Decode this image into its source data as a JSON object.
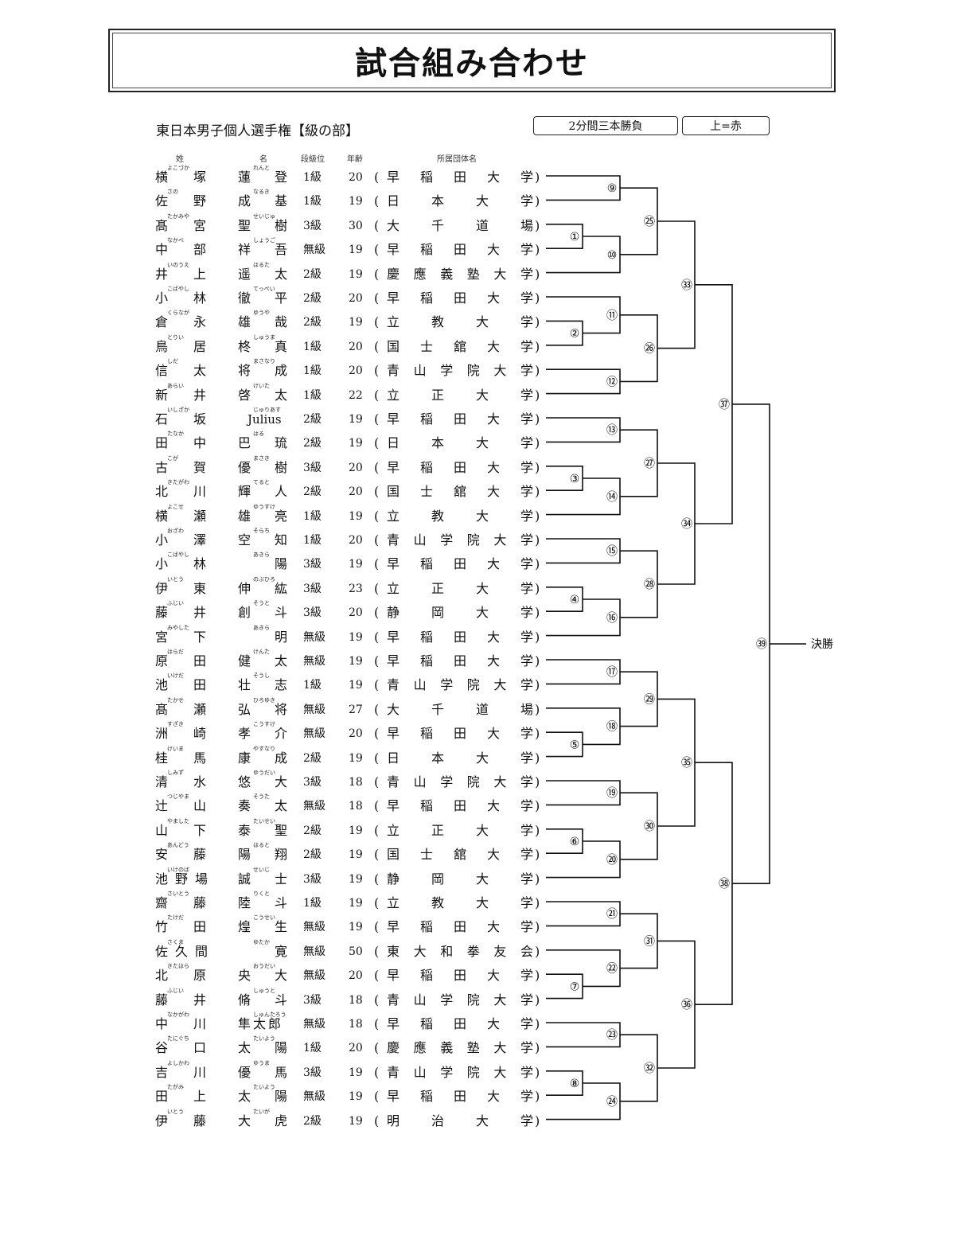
{
  "title": "試合組み合わせ",
  "event": "東日本男子個人選手権【級の部】",
  "rule": "2分間三本勝負",
  "color_note": "上=赤",
  "headers": {
    "surname": "姓",
    "given": "名",
    "rank": "段級位",
    "age": "年齢",
    "org": "所属団体名"
  },
  "players": [
    {
      "sur": "横塚",
      "sur_furi": "よこづか",
      "given": "蓮登",
      "given_furi": "れんと",
      "rank": "1級",
      "age": "20",
      "org": "早稲田大学"
    },
    {
      "sur": "佐野",
      "sur_furi": "さの",
      "given": "成基",
      "given_furi": "なるき",
      "rank": "1級",
      "age": "19",
      "org": "日本大学"
    },
    {
      "sur": "髙宮",
      "sur_furi": "たかみや",
      "given": "聖樹",
      "given_furi": "せいじゅ",
      "rank": "3級",
      "age": "30",
      "org": "大千道場"
    },
    {
      "sur": "中部",
      "sur_furi": "なかべ",
      "given": "祥吾",
      "given_furi": "しょうご",
      "rank": "無級",
      "age": "19",
      "org": "早稲田大学"
    },
    {
      "sur": "井上",
      "sur_furi": "いのうえ",
      "given": "遥太",
      "given_furi": "はるた",
      "rank": "2級",
      "age": "19",
      "org": "慶應義塾大学"
    },
    {
      "sur": "小林",
      "sur_furi": "こばやし",
      "given": "徹平",
      "given_furi": "てっぺい",
      "rank": "2級",
      "age": "20",
      "org": "早稲田大学"
    },
    {
      "sur": "倉永",
      "sur_furi": "くらなが",
      "given": "雄哉",
      "given_furi": "ゆうや",
      "rank": "2級",
      "age": "19",
      "org": "立教大学"
    },
    {
      "sur": "鳥居",
      "sur_furi": "とりい",
      "given": "柊真",
      "given_furi": "しゅうま",
      "rank": "1級",
      "age": "20",
      "org": "国士舘大学"
    },
    {
      "sur": "信太",
      "sur_furi": "しだ",
      "given": "将成",
      "given_furi": "まさなり",
      "rank": "1級",
      "age": "20",
      "org": "青山学院大学"
    },
    {
      "sur": "新井",
      "sur_furi": "あらい",
      "given": "啓太",
      "given_furi": "けいた",
      "rank": "1級",
      "age": "22",
      "org": "立正大学"
    },
    {
      "sur": "石坂",
      "sur_furi": "いしざか",
      "given": "Julius",
      "given_furi": "じゅりあす",
      "rank": "2級",
      "age": "19",
      "org": "早稲田大学"
    },
    {
      "sur": "田中",
      "sur_furi": "たなか",
      "given": "巴琉",
      "given_furi": "はる",
      "rank": "2級",
      "age": "19",
      "org": "日本大学"
    },
    {
      "sur": "古賀",
      "sur_furi": "こが",
      "given": "優樹",
      "given_furi": "まさき",
      "rank": "3級",
      "age": "20",
      "org": "早稲田大学"
    },
    {
      "sur": "北川",
      "sur_furi": "きたがわ",
      "given": "輝人",
      "given_furi": "てると",
      "rank": "2級",
      "age": "20",
      "org": "国士舘大学"
    },
    {
      "sur": "横瀬",
      "sur_furi": "よこせ",
      "given": "雄亮",
      "given_furi": "ゆうすけ",
      "rank": "1級",
      "age": "19",
      "org": "立教大学"
    },
    {
      "sur": "小澤",
      "sur_furi": "おざわ",
      "given": "空知",
      "given_furi": "そらち",
      "rank": "1級",
      "age": "20",
      "org": "青山学院大学"
    },
    {
      "sur": "小林",
      "sur_furi": "こばやし",
      "given": "陽",
      "given_furi": "あきら",
      "rank": "3級",
      "age": "19",
      "org": "早稲田大学"
    },
    {
      "sur": "伊東",
      "sur_furi": "いとう",
      "given": "伸紘",
      "given_furi": "のぶひろ",
      "rank": "3級",
      "age": "23",
      "org": "立正大学"
    },
    {
      "sur": "藤井",
      "sur_furi": "ふじい",
      "given": "創斗",
      "given_furi": "そうと",
      "rank": "3級",
      "age": "20",
      "org": "静岡大学"
    },
    {
      "sur": "宮下",
      "sur_furi": "みやした",
      "given": "明",
      "given_furi": "あきら",
      "rank": "無級",
      "age": "19",
      "org": "早稲田大学"
    },
    {
      "sur": "原田",
      "sur_furi": "はらだ",
      "given": "健太",
      "given_furi": "けんた",
      "rank": "無級",
      "age": "19",
      "org": "早稲田大学"
    },
    {
      "sur": "池田",
      "sur_furi": "いけだ",
      "given": "壮志",
      "given_furi": "そうし",
      "rank": "1級",
      "age": "19",
      "org": "青山学院大学"
    },
    {
      "sur": "髙瀬",
      "sur_furi": "たかせ",
      "given": "弘将",
      "given_furi": "ひろゆき",
      "rank": "無級",
      "age": "27",
      "org": "大千道場"
    },
    {
      "sur": "洲崎",
      "sur_furi": "すざき",
      "given": "孝介",
      "given_furi": "こうすけ",
      "rank": "無級",
      "age": "20",
      "org": "早稲田大学"
    },
    {
      "sur": "桂馬",
      "sur_furi": "けいま",
      "given": "康成",
      "given_furi": "やすなり",
      "rank": "2級",
      "age": "19",
      "org": "日本大学"
    },
    {
      "sur": "清水",
      "sur_furi": "しみず",
      "given": "悠大",
      "given_furi": "ゆうだい",
      "rank": "3級",
      "age": "18",
      "org": "青山学院大学"
    },
    {
      "sur": "辻山",
      "sur_furi": "つじやま",
      "given": "奏太",
      "given_furi": "そうた",
      "rank": "無級",
      "age": "18",
      "org": "早稲田大学"
    },
    {
      "sur": "山下",
      "sur_furi": "やました",
      "given": "泰聖",
      "given_furi": "たいせい",
      "rank": "2級",
      "age": "19",
      "org": "立正大学"
    },
    {
      "sur": "安藤",
      "sur_furi": "あんどう",
      "given": "陽翔",
      "given_furi": "はると",
      "rank": "2級",
      "age": "19",
      "org": "国士舘大学"
    },
    {
      "sur": "池野場",
      "sur_furi": "いけのば",
      "given": "誠士",
      "given_furi": "せいじ",
      "rank": "3級",
      "age": "19",
      "org": "静岡大学"
    },
    {
      "sur": "齋藤",
      "sur_furi": "さいとう",
      "given": "陸斗",
      "given_furi": "りくと",
      "rank": "1級",
      "age": "19",
      "org": "立教大学"
    },
    {
      "sur": "竹田",
      "sur_furi": "たけだ",
      "given": "煌生",
      "given_furi": "こうせい",
      "rank": "無級",
      "age": "19",
      "org": "早稲田大学"
    },
    {
      "sur": "佐久間",
      "sur_furi": "さくま",
      "given": "寛",
      "given_furi": "ゆたか",
      "rank": "無級",
      "age": "50",
      "org": "東大和拳友会"
    },
    {
      "sur": "北原",
      "sur_furi": "きたはら",
      "given": "央大",
      "given_furi": "おうだい",
      "rank": "無級",
      "age": "20",
      "org": "早稲田大学"
    },
    {
      "sur": "藤井",
      "sur_furi": "ふじい",
      "given": "脩斗",
      "given_furi": "しゅうと",
      "rank": "3級",
      "age": "18",
      "org": "青山学院大学"
    },
    {
      "sur": "中川",
      "sur_furi": "なかがわ",
      "given": "隼太郎",
      "given_furi": "しゅんたろう",
      "rank": "無級",
      "age": "18",
      "org": "早稲田大学"
    },
    {
      "sur": "谷口",
      "sur_furi": "たにぐち",
      "given": "太陽",
      "given_furi": "たいよう",
      "rank": "1級",
      "age": "20",
      "org": "慶應義塾大学"
    },
    {
      "sur": "吉川",
      "sur_furi": "よしかわ",
      "given": "優馬",
      "given_furi": "ゆうま",
      "rank": "3級",
      "age": "19",
      "org": "青山学院大学"
    },
    {
      "sur": "田上",
      "sur_furi": "たがみ",
      "given": "太陽",
      "given_furi": "たいよう",
      "rank": "無級",
      "age": "19",
      "org": "早稲田大学"
    },
    {
      "sur": "伊藤",
      "sur_furi": "いとう",
      "given": "大虎",
      "given_furi": "たいが",
      "rank": "2級",
      "age": "19",
      "org": "明治大学"
    }
  ],
  "bracket": {
    "match_labels": [
      "①",
      "②",
      "③",
      "④",
      "⑤",
      "⑥",
      "⑦",
      "⑧",
      "⑨",
      "⑩",
      "⑪",
      "⑫",
      "⑬",
      "⑭",
      "⑮",
      "⑯",
      "⑰",
      "⑱",
      "⑲",
      "⑳",
      "㉑",
      "㉒",
      "㉓",
      "㉔",
      "㉕",
      "㉖",
      "㉗",
      "㉘",
      "㉙",
      "㉚",
      "㉛",
      "㉜",
      "㉝",
      "㉞",
      "㉟",
      "㊱",
      "㊲",
      "㊳",
      "㊴"
    ],
    "final_label": "決勝"
  }
}
